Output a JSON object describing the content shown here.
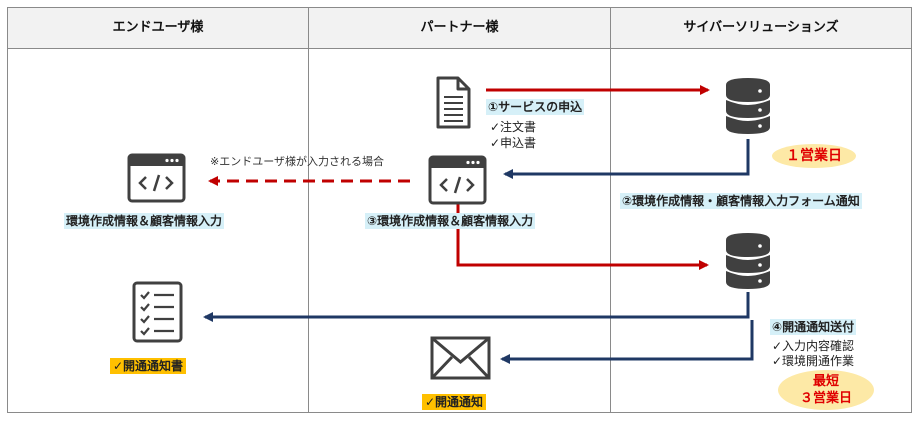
{
  "columns": {
    "end_user": "エンドユーザ様",
    "partner": "パートナー様",
    "cyber": "サイバーソリューションズ"
  },
  "steps": {
    "step1_title": "①サービスの申込",
    "step1_items": [
      "✓注文書",
      "✓申込書"
    ],
    "step2_title": "②環境作成情報・顧客情報入力フォーム通知",
    "step3_title": "③環境作成情報＆顧客情報入力",
    "step4_title": "④開通通知送付",
    "step4_items": [
      "✓入力内容確認",
      "✓環境開通作業"
    ]
  },
  "end_user_form_label": "環境作成情報＆顧客情報入力",
  "end_user_note": "※エンドユーザ様が入力される場合",
  "notice_doc_label": "✓開通通知書",
  "notice_mail_label": "✓開通通知",
  "badges": {
    "one_day": "１営業日",
    "shortest_line1": "最短",
    "shortest_line2": "３営業日"
  },
  "colors": {
    "red_arrow": "#c00000",
    "navy_arrow": "#1f3864",
    "icon": "#404040",
    "highlight_blue": "#d6f0f8",
    "highlight_yellow": "#ffc000",
    "badge_bg": "#fde9a6",
    "badge_text": "#e00000"
  }
}
